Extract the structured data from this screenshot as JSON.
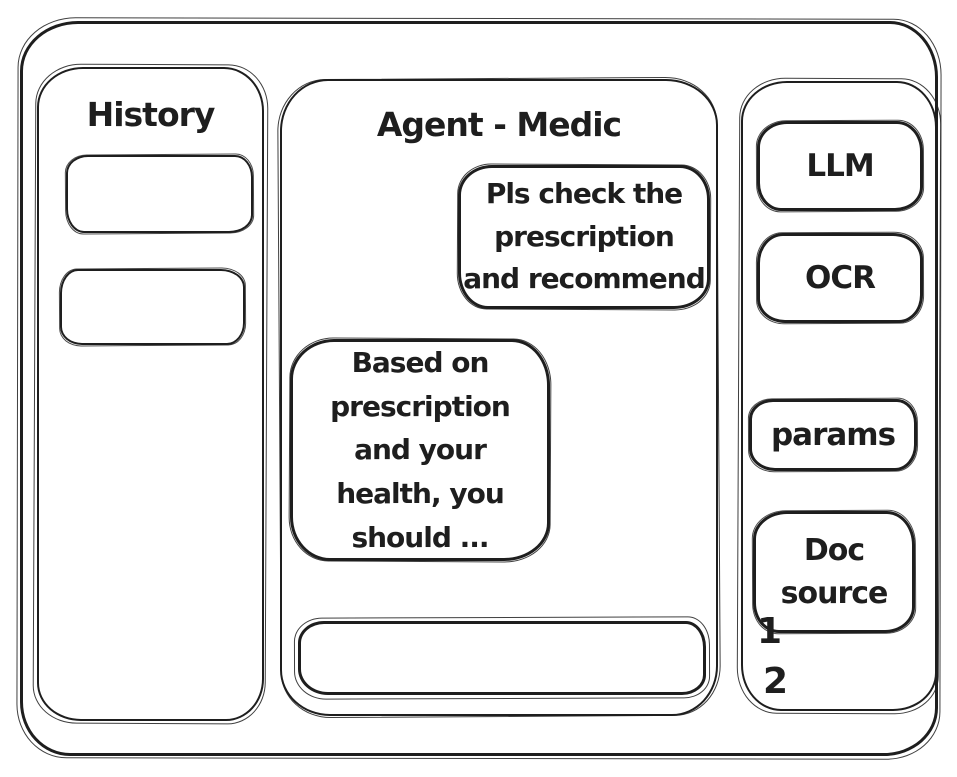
{
  "app": {
    "ink_color": "#1e1e1e",
    "background_color": "#ffffff"
  },
  "sidebar": {
    "title": "History",
    "items": [
      {
        "label": ""
      },
      {
        "label": ""
      }
    ]
  },
  "main": {
    "title": "Agent - Medic",
    "messages": [
      {
        "role": "user",
        "text": "Pls check the\nprescription\nand recommend"
      },
      {
        "role": "assistant",
        "text": "Based on\nprescription\nand your\nhealth, you\nshould ..."
      }
    ],
    "input": {
      "value": "",
      "placeholder": ""
    }
  },
  "tools_panel": {
    "modules": [
      {
        "label": "LLM"
      },
      {
        "label": "OCR"
      },
      {
        "label": "params"
      },
      {
        "label": "Doc\nsource"
      }
    ],
    "annotations": [
      {
        "label": "1"
      },
      {
        "label": "2"
      }
    ]
  }
}
